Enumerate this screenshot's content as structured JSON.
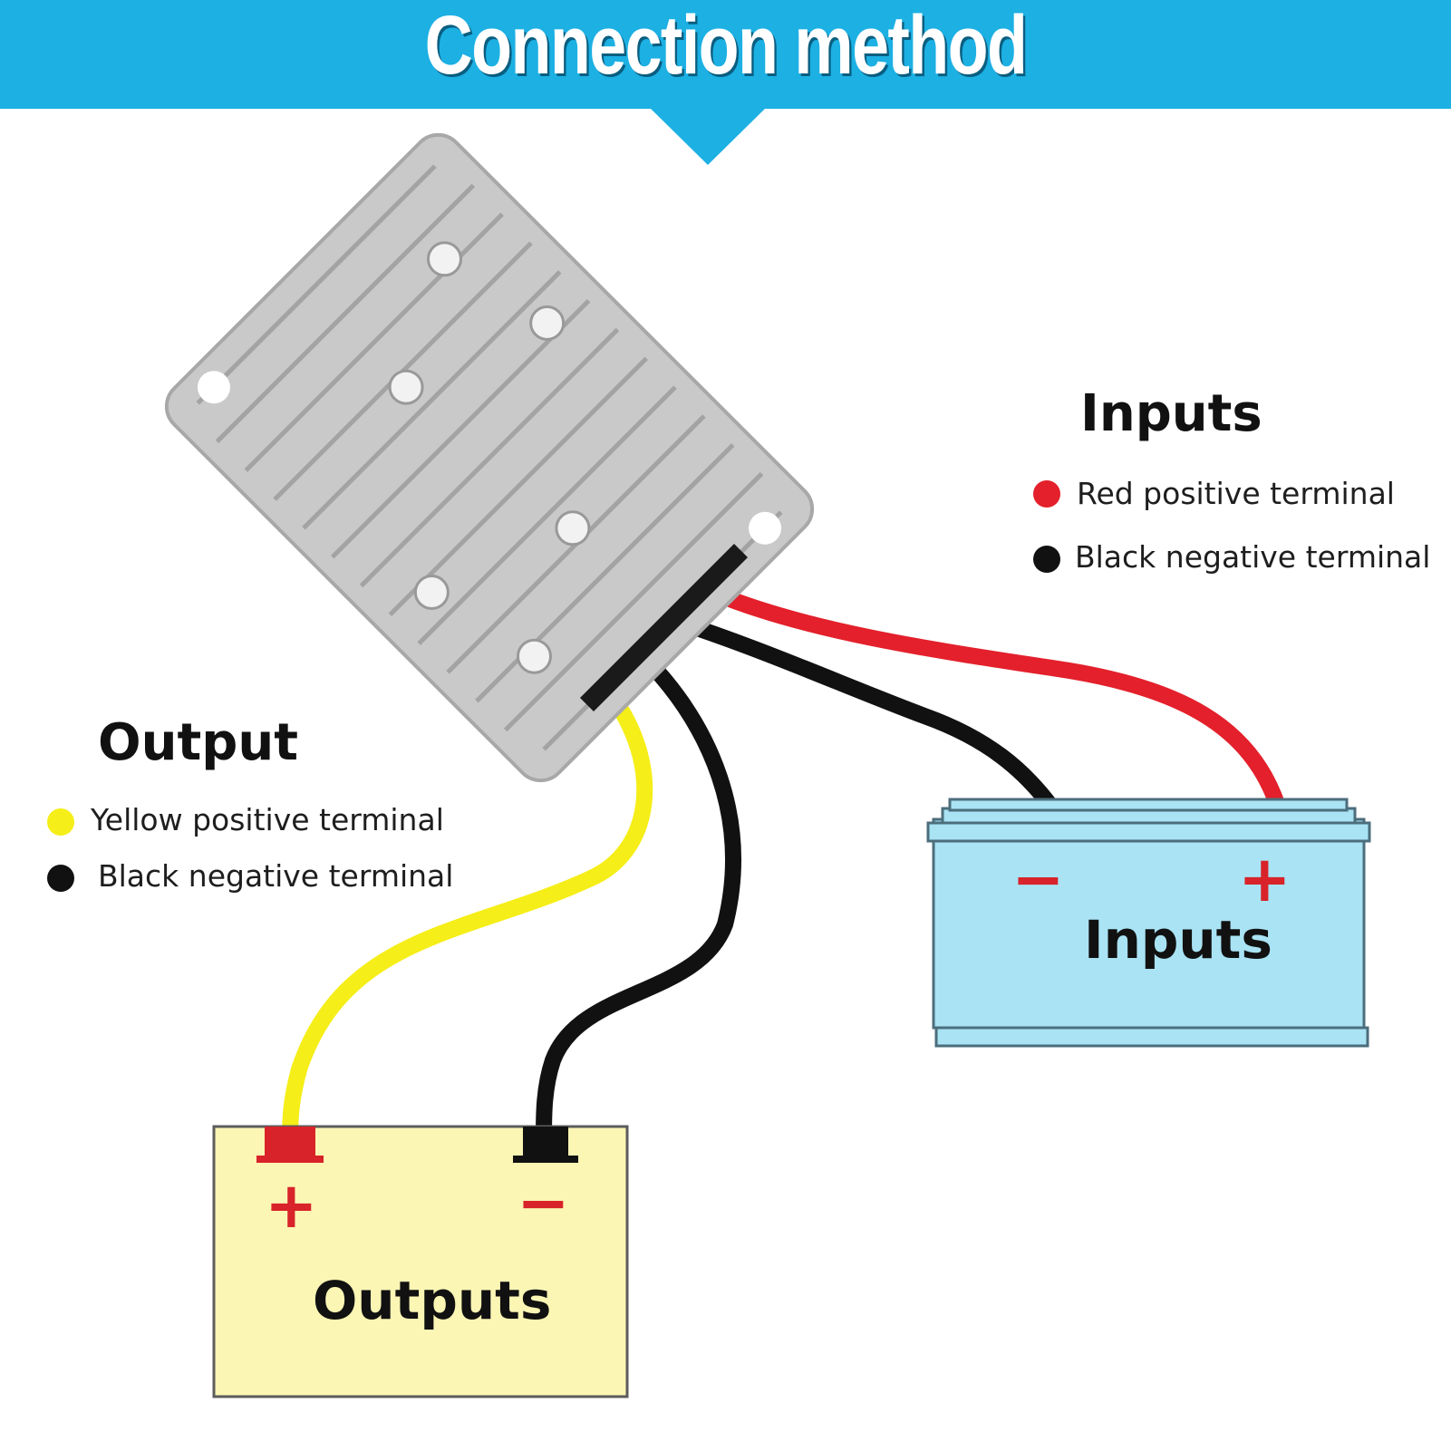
{
  "header": {
    "title": "Connection method"
  },
  "colors": {
    "header": "#1cb0e3",
    "red_wire": "#e3202b",
    "black_wire": "#111111",
    "yellow_wire": "#f5ee18",
    "input_battery": "#a9e3f4",
    "output_battery": "#fbf6b4",
    "converter": "#c9c9c9"
  },
  "inputs_legend": {
    "heading": "Inputs",
    "items": [
      {
        "label": "Red positive terminal",
        "color": "#e3202b"
      },
      {
        "label": "Black negative terminal",
        "color": "#111111"
      }
    ]
  },
  "output_legend": {
    "heading": "Output",
    "items": [
      {
        "label": "Yellow positive terminal",
        "color": "#f5ee18"
      },
      {
        "label": "Black negative terminal",
        "color": "#111111"
      }
    ]
  },
  "input_battery": {
    "label": "Inputs",
    "negative_sign": "−",
    "positive_sign": "+"
  },
  "output_battery": {
    "label": "Outputs",
    "positive_sign": "+",
    "negative_sign": "−"
  },
  "icons": [
    "dc-converter-icon",
    "battery-icon"
  ]
}
